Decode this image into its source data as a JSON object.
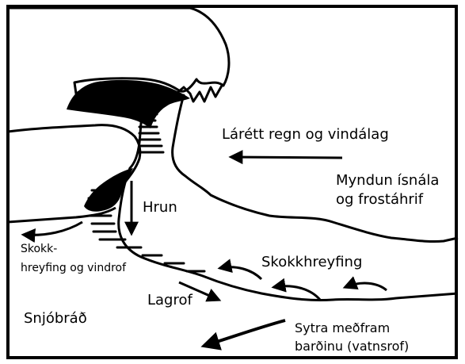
{
  "diagram": {
    "labels": {
      "wind": "Lárétt regn og vindálag",
      "ice_line1": "Myndun ísnála",
      "ice_line2": "og frostáhrif",
      "collapse": "Hrun",
      "flow_left_line1": "Skokk-",
      "flow_left_line2": "hreyfing og vindrof",
      "flow_right": "Skokkhreyfing",
      "layer": "Lagrof",
      "snowmelt": "Snjóbráð",
      "seepage_line1": "Sytra meðfram",
      "seepage_line2": "barðinu (vatnsrof)"
    }
  }
}
